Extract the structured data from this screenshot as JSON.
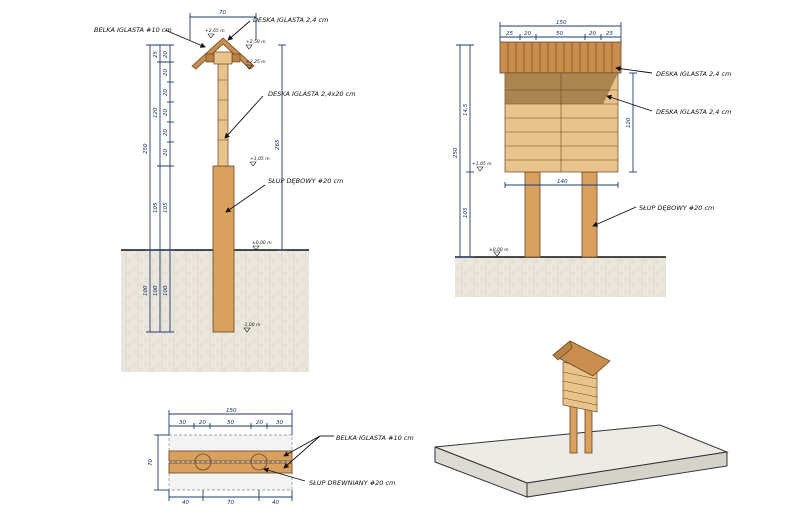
{
  "side_view": {
    "top_dim": "70",
    "label_beam": "BELKA IGLASTA #10 cm",
    "label_board_top": "DESKA IGLASTA 2,4 cm",
    "label_board_side": "DESKA IGLASTA 2,4x20 cm",
    "label_post": "SŁUP DĘBOWY #20 cm",
    "elev_top": "+2,65 m",
    "elev_250": "+2,50 m",
    "elev_225": "+2,25 m",
    "elev_105": "+1,05 m",
    "elev_0": "±0,00 m",
    "elev_bottom": "-1,00 m",
    "dims_left_outer": [
      "250",
      "100"
    ],
    "dims_left_mid": [
      "25",
      "120",
      "105",
      "100"
    ],
    "dims_left_inner": [
      "20",
      "20",
      "20",
      "20",
      "20",
      "20",
      "105",
      "100"
    ],
    "dim_right": "265"
  },
  "front_view": {
    "top_total": "150",
    "top_segments": [
      "25",
      "20",
      "50",
      "20",
      "25"
    ],
    "label_board_1": "DESKA IGLASTA 2,4 cm",
    "label_board_2": "DESKA IGLASTA 2,4 cm",
    "label_post": "SŁUP DĘBOWY #20 cm",
    "dim_140": "140",
    "dim_145": "14,5",
    "dim_250": "250",
    "dim_105": "105",
    "dim_120": "120",
    "elev_105": "+1,05 m",
    "elev_0": "±0,00 m"
  },
  "plan_view": {
    "top_total": "150",
    "top_segments": [
      "30",
      "20",
      "50",
      "20",
      "30"
    ],
    "bottom_segments": [
      "40",
      "70",
      "40"
    ],
    "left_dim": "70",
    "label_beam": "BELKA IGLASTA #10 cm",
    "label_post": "SŁUP DREWNIANY #20 cm"
  },
  "colors": {
    "wood": "#d9a05e",
    "wood_light": "#e8c48c",
    "dimension_lines": "#1d3b6e",
    "ground": "#eae6dc"
  }
}
